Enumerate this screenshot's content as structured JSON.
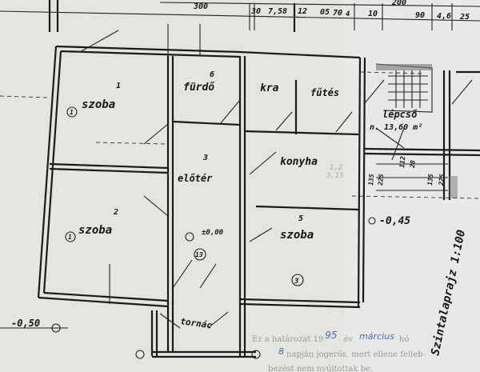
{
  "plan": {
    "top_dimensions": [
      "300",
      "30",
      "7,58",
      "12",
      "05",
      "70",
      "4",
      "10",
      "200",
      "90",
      "4,6",
      "25"
    ],
    "rooms": [
      {
        "number": "1",
        "label": "szoba"
      },
      {
        "number": "2",
        "label": "szoba"
      },
      {
        "number": "3",
        "label": "előtér"
      },
      {
        "number": "5",
        "label": "szoba"
      },
      {
        "number": "6",
        "label": "fürdő"
      },
      {
        "label": "kra"
      },
      {
        "label": "fűtés"
      },
      {
        "label": "konyha"
      },
      {
        "label": "tornác"
      }
    ],
    "stair": {
      "label": "lépcső",
      "area": "n. 13,60 m²"
    },
    "stair_dims": [
      "135",
      "225",
      "112",
      "28",
      "135",
      "225"
    ],
    "levels": {
      "right": "-0,45",
      "left": "-0,50",
      "center": "±0,00"
    },
    "axis_marks": [
      "1",
      "1",
      "3",
      "13"
    ],
    "side_dims": [
      "1,2",
      "3,15"
    ],
    "title_vertical": "Szintalaprajz 1:100",
    "stamp": {
      "line1_prefix": "Ez a határozat 19",
      "year": "95",
      "line1_mid": "év",
      "month": "március",
      "line1_suffix": "hó",
      "line2": "napján jogerős, mert ellene felleb-",
      "line3": "bezést nem nyújtottak be.",
      "day": "8"
    }
  }
}
